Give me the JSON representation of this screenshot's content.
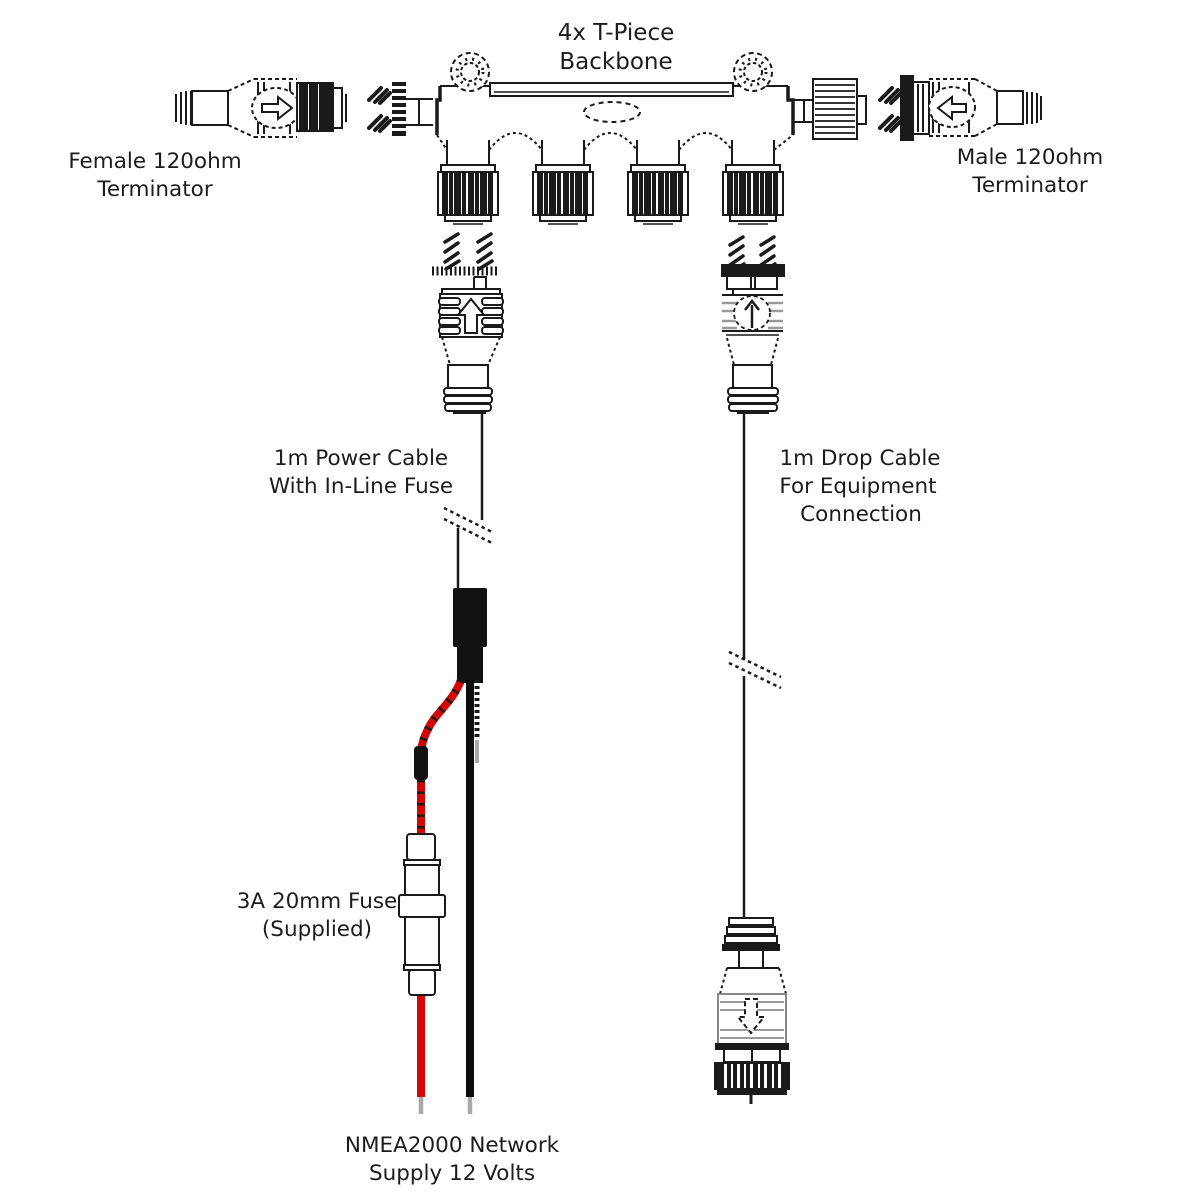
{
  "title": {
    "line1": "4x T-Piece",
    "line2": "Backbone"
  },
  "labels": {
    "female_terminator": {
      "line1": "Female 120ohm",
      "line2": "Terminator"
    },
    "male_terminator": {
      "line1": "Male 120ohm",
      "line2": "Terminator"
    },
    "power_cable": {
      "line1": "1m Power Cable",
      "line2": "With In-Line Fuse"
    },
    "drop_cable": {
      "line1": "1m Drop Cable",
      "line2": "For Equipment",
      "line3": "Connection"
    },
    "fuse": {
      "line1": "3A 20mm Fuse",
      "line2": "(Supplied)"
    },
    "supply": {
      "line1": "NMEA2000 Network",
      "line2": "Supply 12 Volts"
    }
  },
  "colors": {
    "diagram_line": "#1a1a1a",
    "positive_wire": "#d40505",
    "negative_wire": "#0d0d0d",
    "bare_wire_tip": "#a9a9a9",
    "background": "#ffffff"
  }
}
